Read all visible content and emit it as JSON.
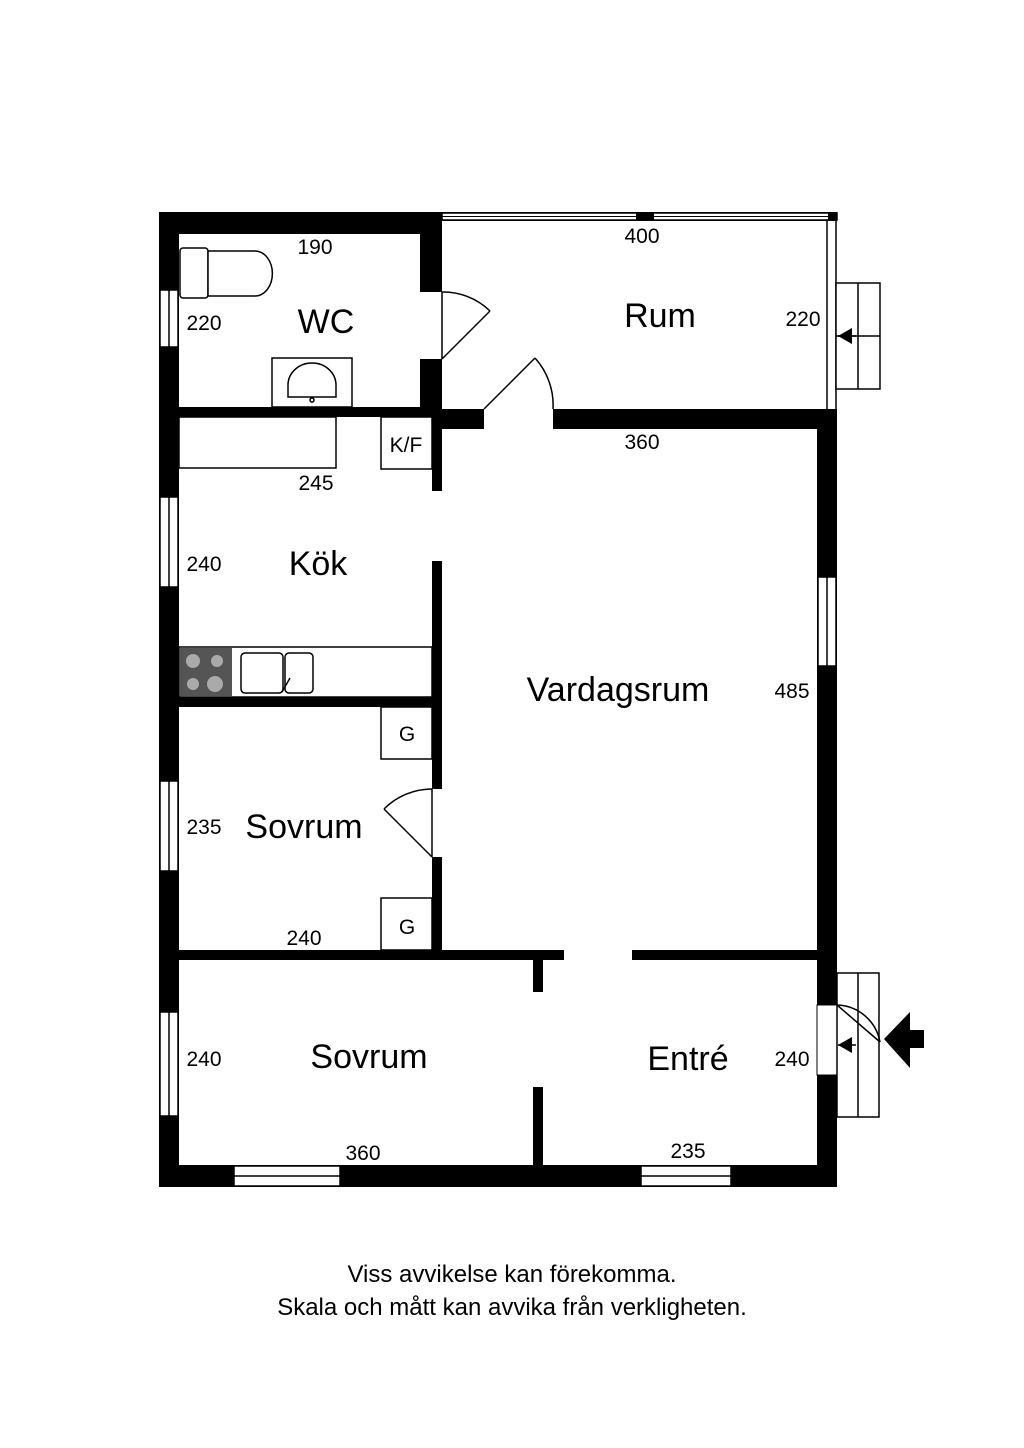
{
  "rooms": {
    "wc": "WC",
    "rum": "Rum",
    "kok": "Kök",
    "vardagsrum": "Vardagsrum",
    "sovrum_small": "Sovrum",
    "sovrum_large": "Sovrum",
    "entre": "Entré"
  },
  "dimensions": {
    "wc_width": "190",
    "wc_height": "220",
    "rum_width": "400",
    "rum_height": "220",
    "hall_width": "360",
    "kok_width": "245",
    "kok_height": "240",
    "vardagsrum_height": "485",
    "sovrum_small_height": "235",
    "sovrum_small_width": "240",
    "sovrum_large_height": "240",
    "sovrum_large_width": "360",
    "entre_height": "240",
    "entre_width": "235"
  },
  "fixtures": {
    "fridge_freezer": "K/F",
    "wardrobe_top": "G",
    "wardrobe_bottom": "G"
  },
  "disclaimer": {
    "line1": "Viss avvikelse kan förekomma.",
    "line2": "Skala och mått kan avvika från verkligheten."
  }
}
